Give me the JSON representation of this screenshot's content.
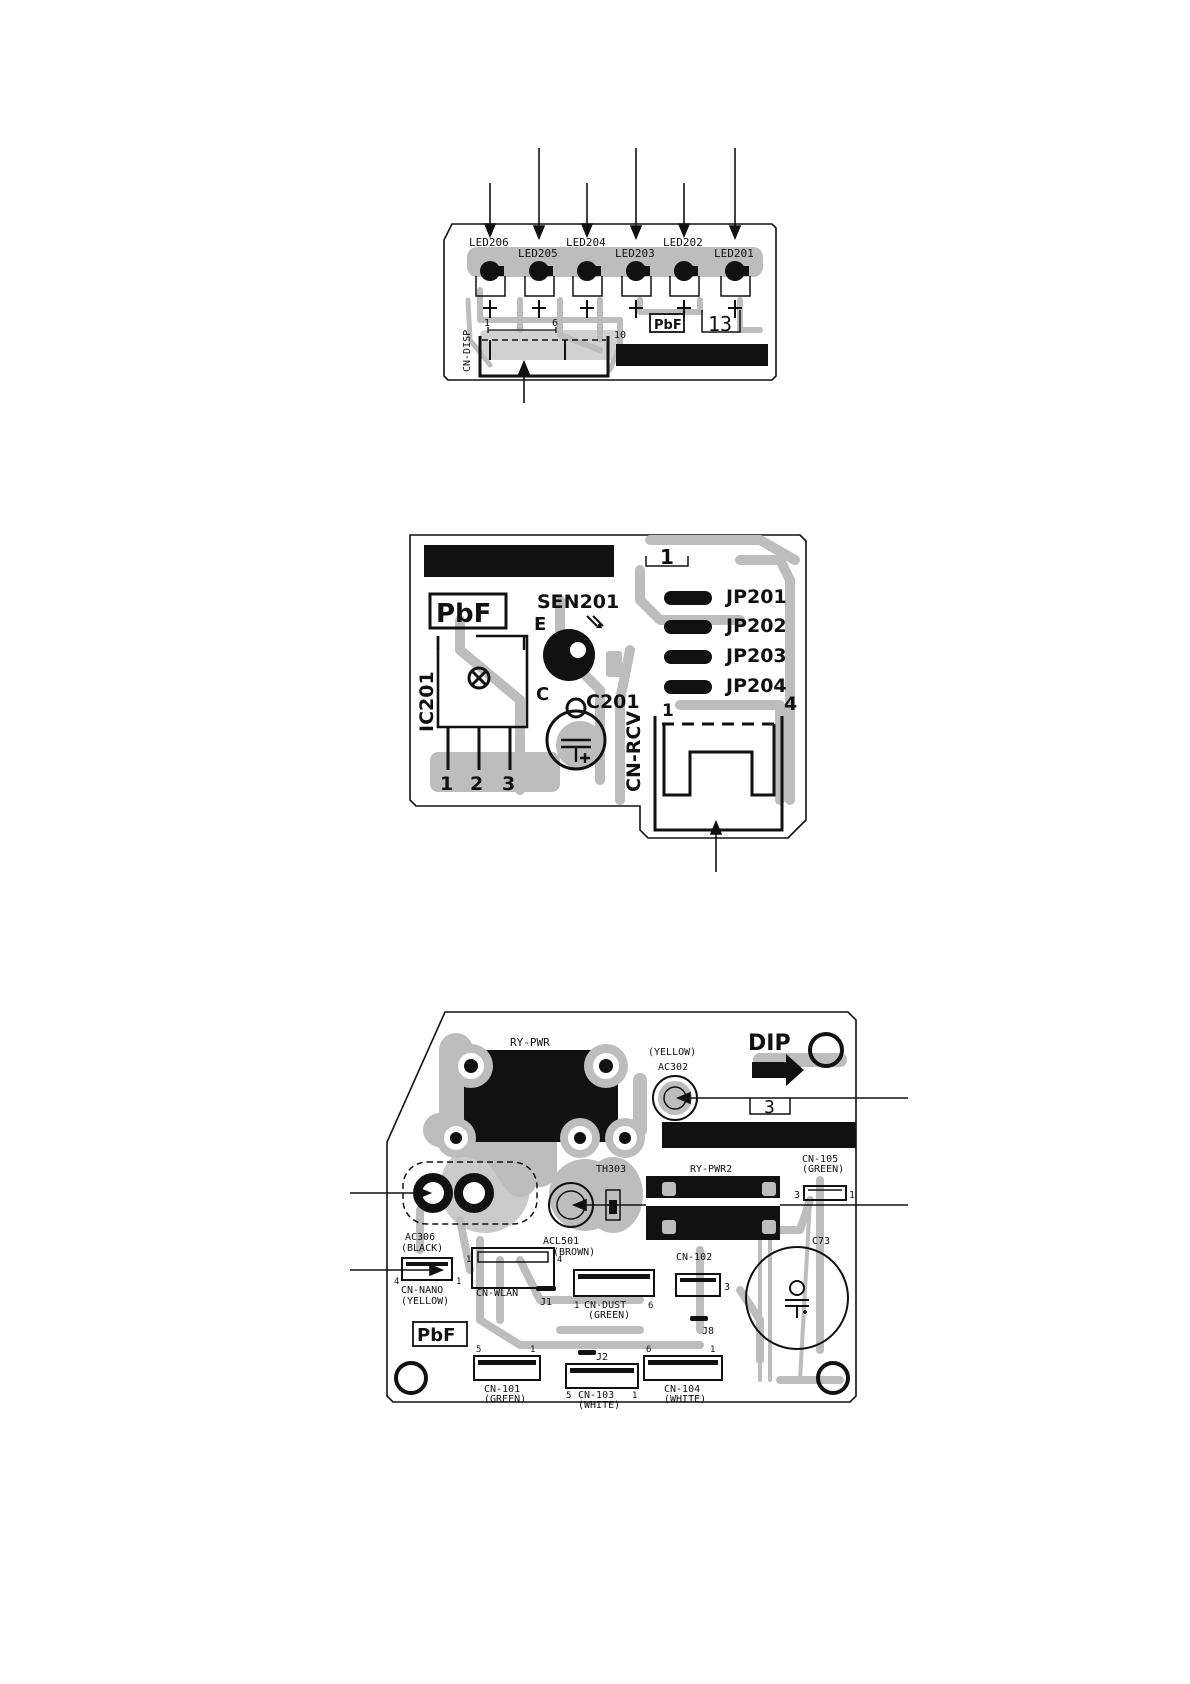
{
  "colors": {
    "ink": "#111111",
    "copper": "#bdbdbd",
    "board": "#ffffff"
  },
  "board1": {
    "leds": [
      "LED206",
      "LED205",
      "LED204",
      "LED203",
      "LED202",
      "LED201"
    ],
    "connector": "CN-DISP",
    "pin_start": "1",
    "pin_end": "6",
    "pin_far": "10",
    "pbf": "PbF",
    "mark": "13"
  },
  "board2": {
    "sensor": "SEN201",
    "ic": "IC201",
    "capacitor": "C201",
    "connector": "CN-RCV",
    "jumpers": [
      "JP201",
      "JP202",
      "JP203",
      "JP204"
    ],
    "pbf": "PbF",
    "mark": "1",
    "pin_e": "E",
    "pin_c": "C",
    "ic_pins": [
      "1",
      "2",
      "3"
    ],
    "conn_pin_start": "1",
    "conn_pin_end": "4"
  },
  "board3": {
    "relay1": "RY-PWR",
    "relay2": "RY-PWR2",
    "dip": "DIP",
    "ac302": "AC302",
    "ac302_color": "(YELLOW)",
    "th303": "TH303",
    "acl501": "ACL501",
    "acl501_color": "(BROWN)",
    "ac306": "AC306",
    "ac306_color": "(BLACK)",
    "cn105": "CN-105",
    "cn105_color": "(GREEN)",
    "c73": "C73",
    "cn_nano": "CN-NANO",
    "cn_nano_color": "(YELLOW)",
    "cn_wlan": "CN-WLAN",
    "j1": "J1",
    "cn_dust": "CN-DUST",
    "cn_dust_color": "(GREEN)",
    "cn102": "CN-102",
    "j8": "J8",
    "j2": "J2",
    "cn101": "CN-101",
    "cn101_color": "(GREEN)",
    "cn103": "CN-103",
    "cn103_color": "(WHITE)",
    "cn104": "CN-104",
    "cn104_color": "(WHITE)",
    "pbf": "PbF",
    "mark": "3",
    "pin_labels": [
      "3",
      "1",
      "4",
      "1",
      "1",
      "4",
      "1",
      "6",
      "3",
      "5",
      "1",
      "6",
      "1",
      "5",
      "1"
    ]
  }
}
